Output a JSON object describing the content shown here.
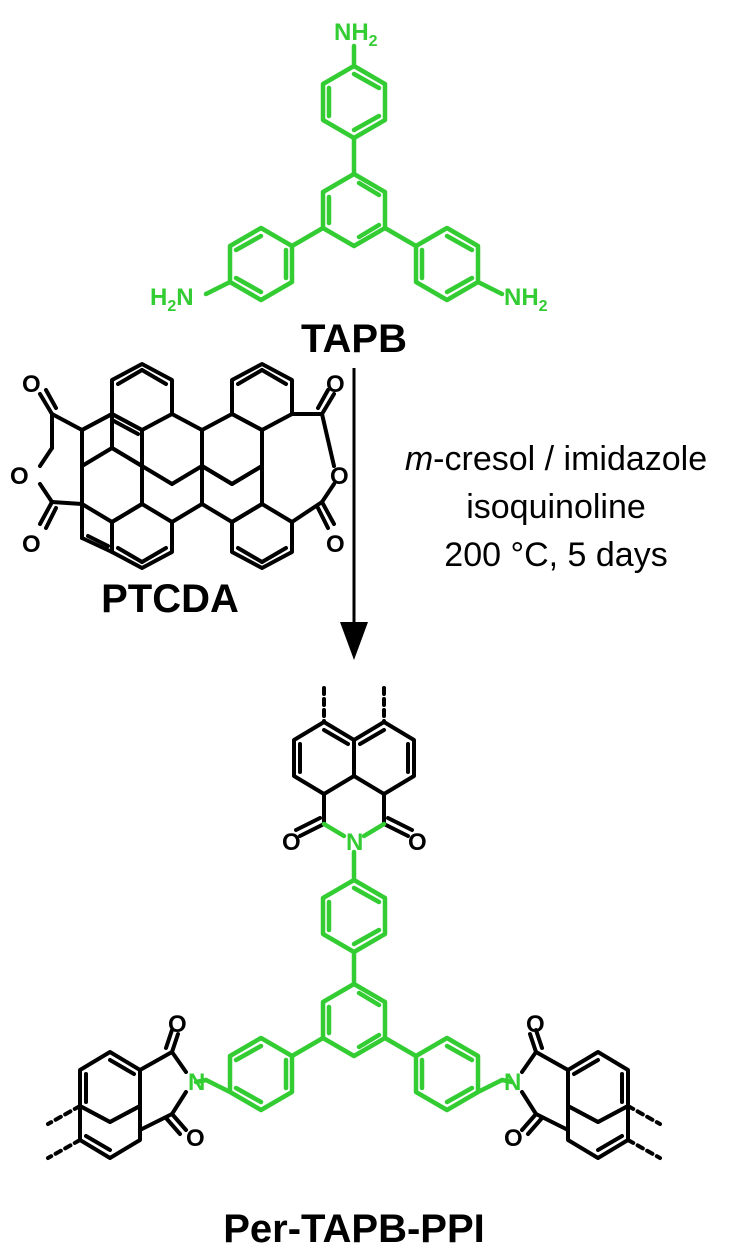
{
  "labels": {
    "tapb": "TAPB",
    "ptcda": "PTCDA",
    "product": "Per-TAPB-PPI"
  },
  "conditions": {
    "line1_prefix": "m",
    "line1_rest": "-cresol / imidazole",
    "line2": "isoquinoline",
    "line3": "200 °C, 5 days"
  },
  "atoms": {
    "n": "N",
    "nh": "NH",
    "h": "H",
    "sub2": "2",
    "o": "O"
  },
  "colors": {
    "tapb": "#33cc33",
    "bonds": "#000000"
  }
}
